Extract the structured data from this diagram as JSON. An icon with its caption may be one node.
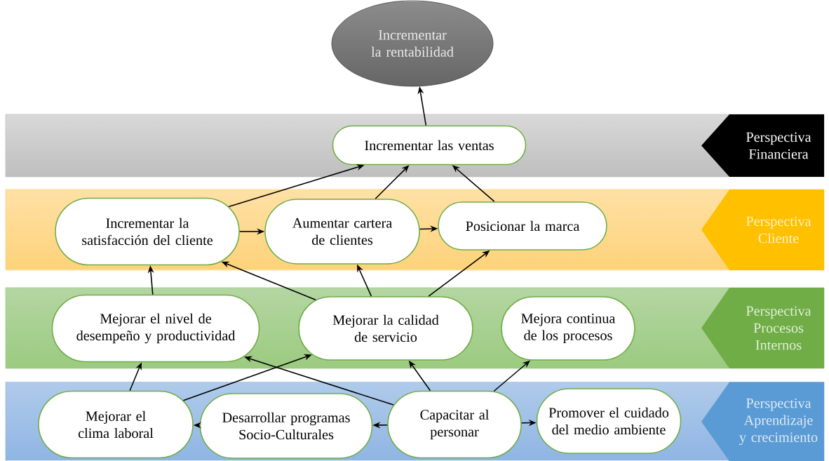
{
  "diagram": {
    "nodes": [
      {
        "text": [
          "Incrementar la rentabilidad"
        ]
      },
      {
        "text": [
          "Perspectiva Financiera"
        ]
      },
      {
        "text": [
          "Incrementar las ventas"
        ],
        "in": 1
      },
      {
        "text": [
          "Perspectiva Cliente"
        ]
      },
      {
        "text": [
          "Incrementar la satisfacción del cliente"
        ],
        "in": 3
      },
      {
        "text": [
          "Aumentar cartera de clientes"
        ],
        "in": 3
      },
      {
        "text": [
          "Posicionar la marca"
        ],
        "in": 3
      },
      {
        "text": [
          "Perspectiva Procesos Internos"
        ]
      },
      {
        "text": [
          "Mejorar el nivel de desempeño y productividad"
        ],
        "in": 7
      },
      {
        "text": [
          "Mejorar la calidad de servicio"
        ],
        "in": 7
      },
      {
        "text": [
          "Mejora continua de los procesos"
        ],
        "in": 7
      },
      {
        "text": [
          "Perspectiva Aprendizaje y crecimiento"
        ]
      },
      {
        "text": [
          "Mejorar el clima laboral"
        ],
        "in": 11
      },
      {
        "text": [
          "Desarrollar programas Socio-Culturales"
        ],
        "in": 11
      },
      {
        "text": [
          "Capacitar al personar"
        ],
        "in": 11
      },
      {
        "text": [
          "Promover el cuidado del medio ambiente"
        ],
        "in": 11
      }
    ],
    "edges": [
      {
        "from": 2,
        "to": 0,
        "arrow": "to"
      },
      {
        "from": 4,
        "to": 2,
        "arrow": "to"
      },
      {
        "from": 5,
        "to": 2,
        "arrow": "to"
      },
      {
        "from": 6,
        "to": 2,
        "arrow": "to"
      },
      {
        "from": 4,
        "to": 5,
        "arrow": "to"
      },
      {
        "from": 5,
        "to": 6,
        "arrow": "to"
      },
      {
        "from": 8,
        "to": 4,
        "arrow": "to"
      },
      {
        "from": 9,
        "to": 4,
        "arrow": "to"
      },
      {
        "from": 9,
        "to": 5,
        "arrow": "to"
      },
      {
        "from": 9,
        "to": 6,
        "arrow": "to"
      },
      {
        "from": 12,
        "to": 8,
        "arrow": "to"
      },
      {
        "from": 12,
        "to": 9,
        "arrow": "to"
      },
      {
        "from": 14,
        "to": 8,
        "arrow": "to"
      },
      {
        "from": 14,
        "to": 9,
        "arrow": "to"
      },
      {
        "from": 14,
        "to": 10,
        "arrow": "to"
      },
      {
        "from": 14,
        "to": 13,
        "arrow": "to"
      },
      {
        "from": 13,
        "to": 12,
        "arrow": "to"
      },
      {
        "from": 14,
        "to": 15,
        "arrow": "to"
      }
    ]
  }
}
